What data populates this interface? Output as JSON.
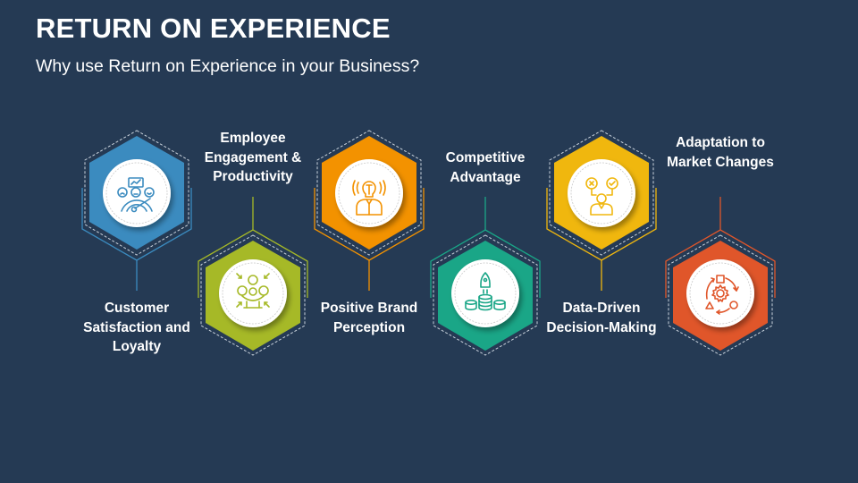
{
  "header": {
    "title": "RETURN ON EXPERIENCE",
    "subtitle": "Why use Return on Experience in your Business?"
  },
  "items": [
    {
      "label": "Customer Satisfaction and Loyalty",
      "icon": "customer-satisfaction-meter-icon",
      "color": "#3b8bbf",
      "position": "top",
      "label_position": "below"
    },
    {
      "label": "Employee Engagement & Productivity",
      "icon": "team-collaboration-icon",
      "color": "#a6b927",
      "position": "bottom",
      "label_position": "above"
    },
    {
      "label": "Positive Brand Perception",
      "icon": "idea-person-lightbulb-icon",
      "color": "#f39200",
      "position": "top",
      "label_position": "below"
    },
    {
      "label": "Competitive Advantage",
      "icon": "rocket-coins-growth-icon",
      "color": "#1aa687",
      "position": "bottom",
      "label_position": "above"
    },
    {
      "label": "Data-Driven Decision-Making",
      "icon": "decision-person-check-cross-icon",
      "color": "#f0b70e",
      "position": "top",
      "label_position": "below"
    },
    {
      "label": "Adaptation to Market Changes",
      "icon": "adaptation-cycle-gear-icon",
      "color": "#e0562a",
      "position": "bottom",
      "label_position": "above"
    }
  ],
  "colors": {
    "background": "#253a54",
    "text": "#ffffff",
    "circle": "#ffffff"
  }
}
